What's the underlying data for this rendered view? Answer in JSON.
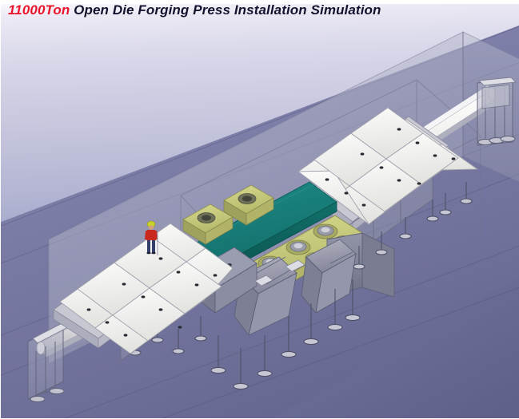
{
  "window": {
    "title": "11000Ton Open Die Forging Press Installation Simulation"
  },
  "caption": {
    "highlight_text": "11000Ton",
    "highlight_color": "#e8152b",
    "body_text": " Open Die Forging Press Installation Simulation",
    "body_color": "#12122e"
  },
  "scene": {
    "name": "open-die-forging-press-installation",
    "view": "isometric",
    "palette": {
      "sky_top": "#fdfcfe",
      "sky_bottom": "#686a93",
      "floor": "#7b7ca6",
      "floor_shadow": "#5f6089",
      "envelope_glass": "#a8aabe",
      "platform_white": "#f3f3f1",
      "platform_edge": "#9a9aa6",
      "slab_teal": "#17827d",
      "slab_teal_dark": "#0f6561",
      "plate_olive": "#c9cc7e",
      "plate_olive_dark": "#a8ab60",
      "steel_gray": "#8f90a4",
      "steel_light": "#d8d9e2",
      "rail_white": "#f2f2f0",
      "worker_hat": "#c9d12e",
      "worker_shirt": "#c8281e",
      "worker_pants": "#33406b"
    },
    "objects": [
      {
        "id": "building-envelope",
        "label": "Translucent building envelope",
        "color": "#a8aabe"
      },
      {
        "id": "floor-plane",
        "label": "Shop floor plane",
        "color": "#7b7ca6"
      },
      {
        "id": "left-platform",
        "label": "Left white platform deck",
        "panels": 10,
        "color": "#f3f3f1"
      },
      {
        "id": "right-platform",
        "label": "Right white platform deck",
        "panels": 10,
        "color": "#f3f3f1"
      },
      {
        "id": "teal-slab",
        "label": "Teal press bed slab",
        "color": "#17827d"
      },
      {
        "id": "olive-plate",
        "label": "Olive machined base plate with bosses",
        "bosses": 7,
        "color": "#c9cc7e"
      },
      {
        "id": "olive-blocks",
        "label": "Olive topped bearing blocks",
        "count": 2,
        "color": "#c9cc7e"
      },
      {
        "id": "press-frame",
        "label": "Press columns and frame",
        "color": "#8f90a4"
      },
      {
        "id": "jack-legs",
        "label": "Adjustable jack legs with base pads",
        "count": 18,
        "color": "#b9bacb"
      },
      {
        "id": "rail-left",
        "label": "Lower-left cylindrical rail beam",
        "color": "#f2f2f0"
      },
      {
        "id": "rail-right",
        "label": "Upper-right cylindrical rail beam",
        "color": "#f2f2f0"
      },
      {
        "id": "gantry-left",
        "label": "Lower-left gantry support",
        "color": "#c9cad6"
      },
      {
        "id": "gantry-right",
        "label": "Upper-right gantry support",
        "color": "#c9cad6"
      },
      {
        "id": "worker-figure",
        "label": "Human scale figure in hard hat",
        "color": "#c8281e"
      }
    ]
  }
}
